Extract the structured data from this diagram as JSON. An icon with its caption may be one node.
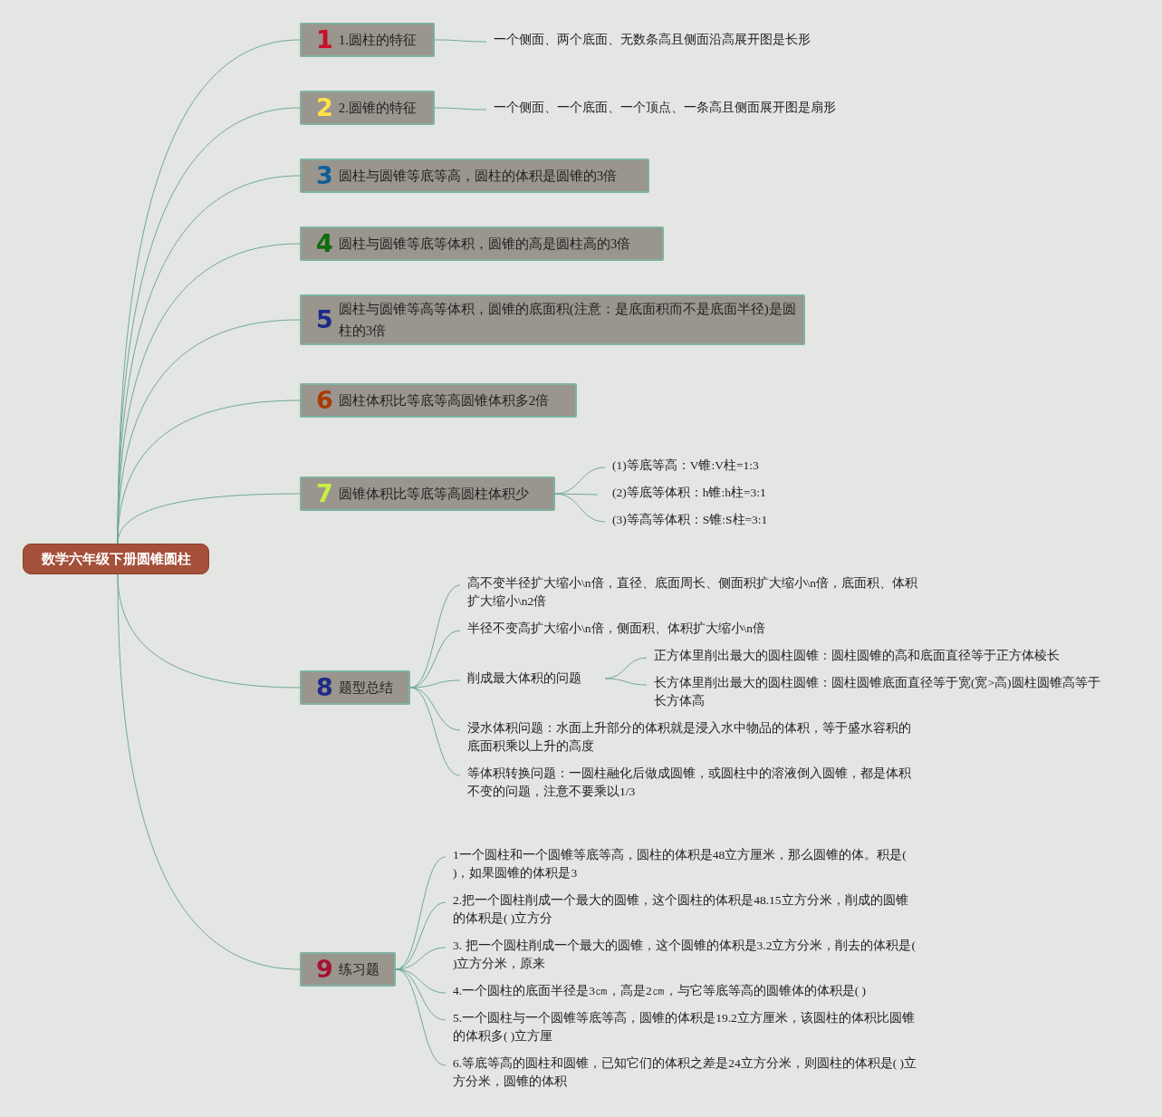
{
  "diagram": {
    "nodes": [
      {
        "text": [
          "数学六年级下册圆锥圆柱"
        ]
      },
      {
        "text": [
          "1",
          "1.圆柱的特征"
        ]
      },
      {
        "text": [
          "一个侧面、两个底面、无数条高且侧面沿高展开图是长形"
        ]
      },
      {
        "text": [
          "2",
          "2.圆锥的特征"
        ]
      },
      {
        "text": [
          "一个侧面、一个底面、一个顶点、一条高且侧面展开图是扇形"
        ]
      },
      {
        "text": [
          "3",
          "圆柱与圆锥等底等高，圆柱的体积是圆锥的3倍"
        ]
      },
      {
        "text": [
          "4",
          "圆柱与圆锥等底等体积，圆锥的高是圆柱高的3倍"
        ]
      },
      {
        "text": [
          "5",
          "圆柱与圆锥等高等体积，圆锥的底面积(注意：是底面积而不是底面半径)是圆柱的3倍"
        ]
      },
      {
        "text": [
          "6",
          "圆柱体积比等底等高圆锥体积多2倍"
        ]
      },
      {
        "text": [
          "7",
          "圆锥体积比等底等高圆柱体积少"
        ]
      },
      {
        "text": [
          "(1)等底等高：V锥:V柱=1:3"
        ]
      },
      {
        "text": [
          "(2)等底等体积：h锥:h柱=3:1"
        ]
      },
      {
        "text": [
          "(3)等高等体积：S锥:S柱=3:1"
        ]
      },
      {
        "text": [
          "8",
          "题型总结"
        ]
      },
      {
        "text": [
          "高不变半径扩大缩小\\n倍，直径、底面周长、侧面积扩大缩小\\n倍，底面积、体积扩大缩小\\n2倍"
        ]
      },
      {
        "text": [
          "半径不变高扩大缩小\\n倍，侧面积、体积扩大缩小\\n倍"
        ]
      },
      {
        "text": [
          "削成最大体积的问题"
        ]
      },
      {
        "text": [
          "正方体里削出最大的圆柱圆锥：圆柱圆锥的高和底面直径等于正方体棱长"
        ]
      },
      {
        "text": [
          "长方体里削出最大的圆柱圆锥：圆柱圆锥底面直径等于宽(宽>高)圆柱圆锥高等于长方体高"
        ]
      },
      {
        "text": [
          "浸水体积问题：水面上升部分的体积就是浸入水中物品的体积，等于盛水容积的底面积乘以上升的高度"
        ]
      },
      {
        "text": [
          "等体积转换问题：一圆柱融化后做成圆锥，或圆柱中的溶液倒入圆锥，都是体积不变的问题，注意不要乘以1/3"
        ]
      },
      {
        "text": [
          "9",
          "练习题"
        ]
      },
      {
        "text": [
          "1一个圆柱和一个圆锥等底等高，圆柱的体积是48立方厘米，那么圆锥的体。积是( )，如果圆锥的体积是3"
        ]
      },
      {
        "text": [
          "2.把一个圆柱削成一个最大的圆锥，这个圆柱的体积是48.15立方分米，削成的圆锥的体积是( )立方分"
        ]
      },
      {
        "text": [
          "3. 把一个圆柱削成一个最大的圆锥，这个圆锥的体积是3.2立方分米，削去的体积是( )立方分米，原来"
        ]
      },
      {
        "text": [
          "4.一个圆柱的底面半径是3㎝，高是2㎝，与它等底等高的圆锥体的体积是( )"
        ]
      },
      {
        "text": [
          "5.一个圆柱与一个圆锥等底等高，圆锥的体积是19.2立方厘米，该圆柱的体积比圆锥的体积多( )立方厘"
        ]
      },
      {
        "text": [
          "6.等底等高的圆柱和圆锥，已知它们的体积之差是24立方分米，则圆柱的体积是( )立方分米，圆锥的体积"
        ]
      }
    ],
    "edges": [
      {
        "from": 0,
        "to": 1,
        "arrow": "none"
      },
      {
        "from": 1,
        "to": 2,
        "arrow": "none"
      },
      {
        "from": 0,
        "to": 3,
        "arrow": "none"
      },
      {
        "from": 3,
        "to": 4,
        "arrow": "none"
      },
      {
        "from": 0,
        "to": 5,
        "arrow": "none"
      },
      {
        "from": 0,
        "to": 6,
        "arrow": "none"
      },
      {
        "from": 0,
        "to": 7,
        "arrow": "none"
      },
      {
        "from": 0,
        "to": 8,
        "arrow": "none"
      },
      {
        "from": 0,
        "to": 9,
        "arrow": "none"
      },
      {
        "from": 9,
        "to": 10,
        "arrow": "none"
      },
      {
        "from": 9,
        "to": 11,
        "arrow": "none"
      },
      {
        "from": 9,
        "to": 12,
        "arrow": "none"
      },
      {
        "from": 0,
        "to": 13,
        "arrow": "none"
      },
      {
        "from": 13,
        "to": 14,
        "arrow": "none"
      },
      {
        "from": 13,
        "to": 15,
        "arrow": "none"
      },
      {
        "from": 13,
        "to": 16,
        "arrow": "none"
      },
      {
        "from": 16,
        "to": 17,
        "arrow": "none"
      },
      {
        "from": 16,
        "to": 18,
        "arrow": "none"
      },
      {
        "from": 13,
        "to": 19,
        "arrow": "none"
      },
      {
        "from": 13,
        "to": 20,
        "arrow": "none"
      },
      {
        "from": 0,
        "to": 21,
        "arrow": "none"
      },
      {
        "from": 21,
        "to": 22,
        "arrow": "none"
      },
      {
        "from": 21,
        "to": 23,
        "arrow": "none"
      },
      {
        "from": 21,
        "to": 24,
        "arrow": "none"
      },
      {
        "from": 21,
        "to": 25,
        "arrow": "none"
      },
      {
        "from": 21,
        "to": 26,
        "arrow": "none"
      },
      {
        "from": 21,
        "to": 27,
        "arrow": "none"
      }
    ]
  }
}
